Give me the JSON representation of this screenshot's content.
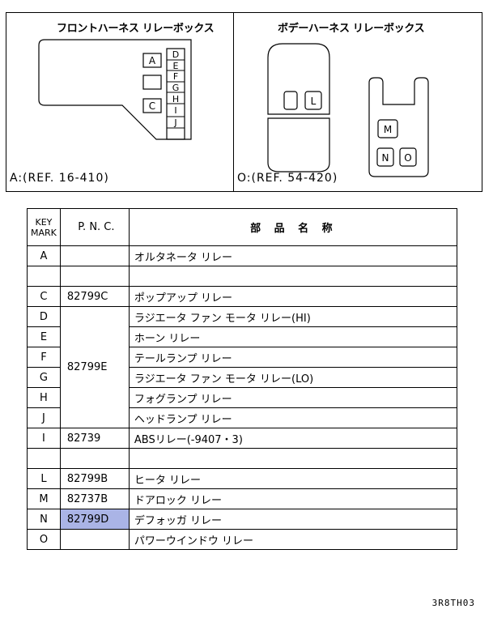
{
  "front_panel": {
    "title": "フロントハーネス リレーボックス",
    "ref": "A:(REF. 16-410)",
    "slot_labels": [
      "A",
      "C",
      "D",
      "E",
      "F",
      "G",
      "H",
      "I",
      "J"
    ]
  },
  "body_panel": {
    "title": "ボデーハーネス リレーボックス",
    "ref": "O:(REF. 54-420)",
    "slot_labels": [
      "L",
      "M",
      "N",
      "O"
    ]
  },
  "table": {
    "headers": {
      "key_line1": "KEY",
      "key_line2": "MARK",
      "pnc": "P. N. C.",
      "name": "部 品 名 称"
    },
    "rows": [
      {
        "key": "A",
        "pnc": "",
        "name": "オルタネータ リレー"
      },
      {
        "key": "",
        "pnc": "",
        "name": ""
      },
      {
        "key": "C",
        "pnc": "82799C",
        "name": "ポップアップ リレー"
      },
      {
        "key": "D",
        "pnc": "",
        "name": "ラジエータ ファン モータ リレー(HI)"
      },
      {
        "key": "E",
        "pnc": "",
        "name": "ホーン リレー"
      },
      {
        "key": "F",
        "pnc": "",
        "name": "テールランプ リレー"
      },
      {
        "key": "G",
        "pnc": "82799E",
        "name": "ラジエータ ファン モータ リレー(LO)"
      },
      {
        "key": "H",
        "pnc": "",
        "name": "フォグランプ リレー"
      },
      {
        "key": "J",
        "pnc": "",
        "name": "ヘッドランプ リレー"
      },
      {
        "key": "I",
        "pnc": "82739",
        "name": "ABSリレー(-9407・3)"
      },
      {
        "key": "",
        "pnc": "",
        "name": ""
      },
      {
        "key": "L",
        "pnc": "82799B",
        "name": "ヒータ リレー"
      },
      {
        "key": "M",
        "pnc": "82737B",
        "name": "ドアロック リレー"
      },
      {
        "key": "N",
        "pnc": "82799D",
        "name": "デフォッガ リレー"
      },
      {
        "key": "O",
        "pnc": "",
        "name": "パワーウインドウ リレー"
      }
    ],
    "highlight_color": "#aab4e6"
  },
  "footer_code": "3R8TH03"
}
